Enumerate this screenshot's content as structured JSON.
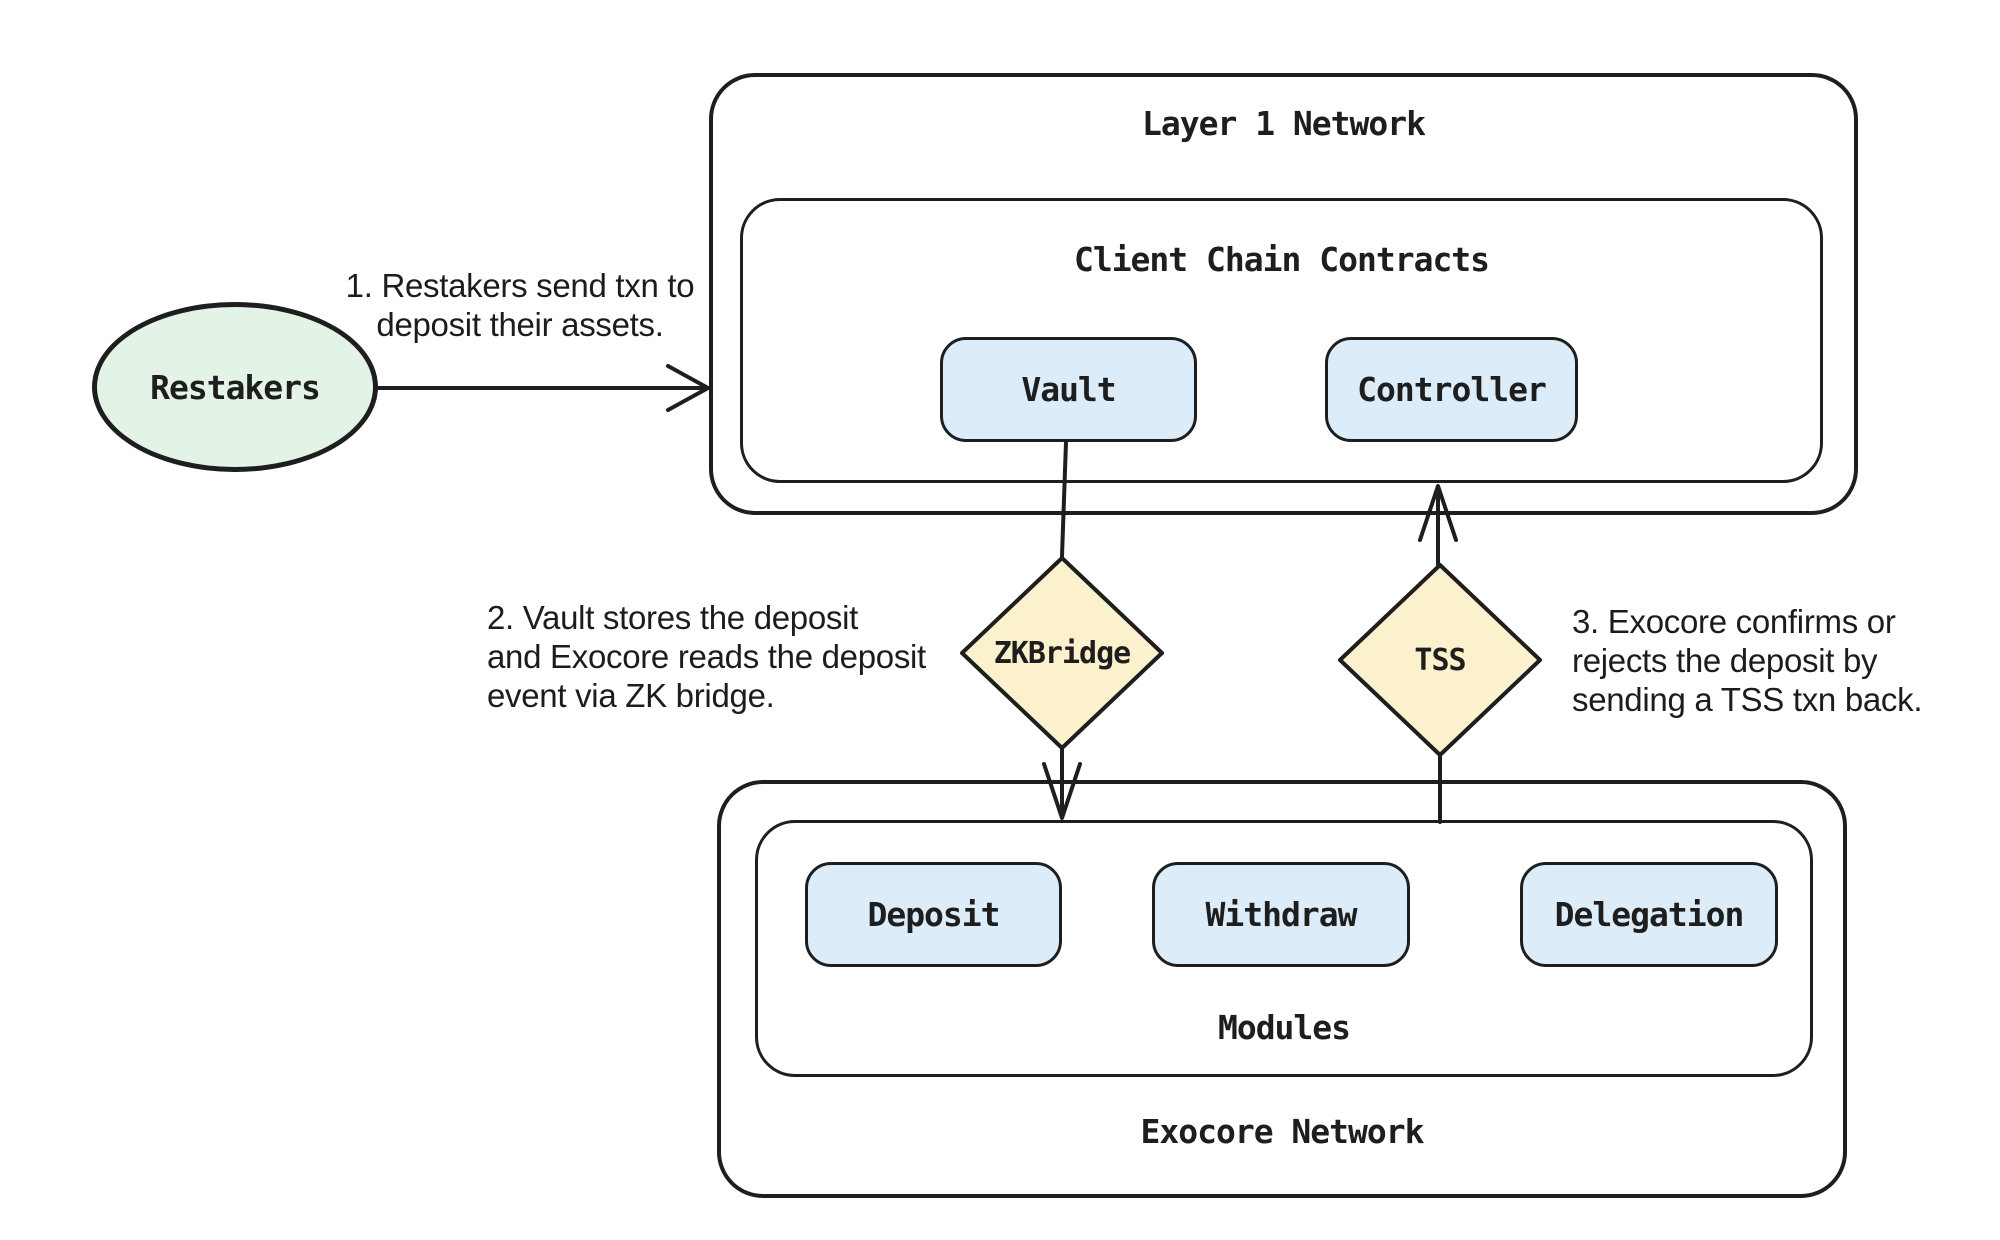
{
  "diagram": {
    "background": "#ffffff",
    "stroke_color": "#1e1e1e",
    "fills": {
      "green": "#e3f3e6",
      "blue": "#dcedf9",
      "yellow": "#fbf1cc"
    },
    "nodes": {
      "restakers": {
        "label": "Restakers"
      },
      "layer1": {
        "title": "Layer 1 Network"
      },
      "client_chain": {
        "title": "Client Chain Contracts"
      },
      "vault": {
        "label": "Vault"
      },
      "controller": {
        "label": "Controller"
      },
      "zkbridge": {
        "label": "ZKBridge"
      },
      "tss": {
        "label": "TSS"
      },
      "deposit": {
        "label": "Deposit"
      },
      "withdraw": {
        "label": "Withdraw"
      },
      "delegation": {
        "label": "Delegation"
      },
      "modules": {
        "title": "Modules"
      },
      "exocore": {
        "title": "Exocore Network"
      }
    },
    "annotations": {
      "step1": {
        "lines": [
          "1. Restakers send txn to",
          "deposit their assets."
        ]
      },
      "step2": {
        "lines": [
          "2. Vault stores the deposit",
          "and Exocore reads the deposit",
          "event via ZK bridge."
        ]
      },
      "step3": {
        "lines": [
          "3. Exocore confirms or",
          "rejects the deposit by",
          "sending a TSS txn back."
        ]
      }
    }
  }
}
